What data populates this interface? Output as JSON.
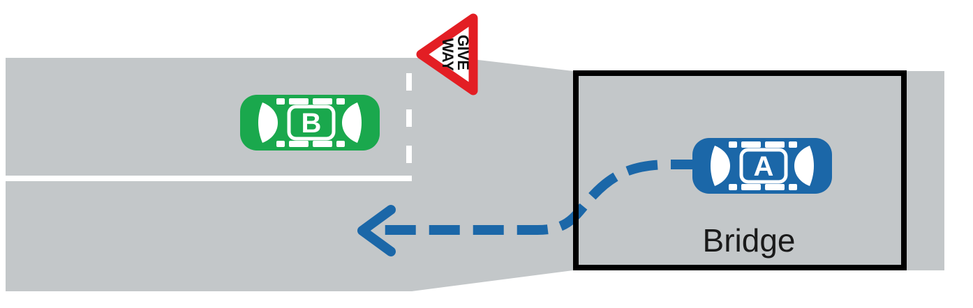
{
  "diagram": {
    "type": "road-bridge-give-way-scene",
    "bridge_label": "Bridge",
    "give_way_sign": {
      "icon": "give-way-triangle-icon",
      "line1": "GIVE",
      "line2": "WAY",
      "border_color": "#e31e24",
      "face_color": "#ffffff",
      "text_color": "#111111",
      "orientation": "pointing-left"
    },
    "cars": [
      {
        "label": "A",
        "color": "#1b67a8",
        "position": "on bridge, facing left"
      },
      {
        "label": "B",
        "color": "#1aa84d",
        "position": "waiting before dashed give-way line, facing right"
      }
    ],
    "arrow": {
      "color": "#1b67a8",
      "style": "dashed",
      "direction": "left",
      "meaning": "path of car A off the bridge"
    },
    "colors": {
      "road": "#c3c7c9",
      "road_markings": "#ffffff",
      "bridge_border": "#000000",
      "background": "#ffffff"
    }
  }
}
